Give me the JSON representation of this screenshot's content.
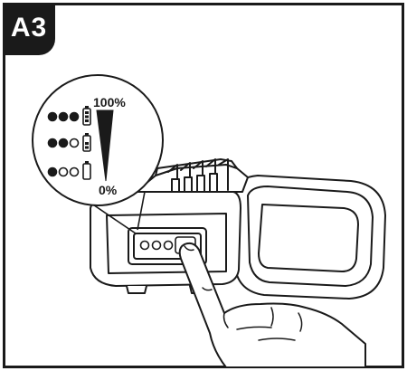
{
  "figure": {
    "label": "A3"
  },
  "callout": {
    "level_max": "100%",
    "level_min": "0%",
    "rows": [
      {
        "lit_leds": 3,
        "battery_fill": 1.0
      },
      {
        "lit_leds": 2,
        "battery_fill": 0.66
      },
      {
        "lit_leds": 1,
        "battery_fill": 0.0
      }
    ]
  },
  "colors": {
    "ink": "#1a1a1a",
    "paper": "#ffffff"
  },
  "icons": {
    "led_on": "filled-circle",
    "led_off": "hollow-circle",
    "battery": "battery-level-icon",
    "wedge": "charge-wedge-icon",
    "hand": "pointing-finger-icon"
  }
}
